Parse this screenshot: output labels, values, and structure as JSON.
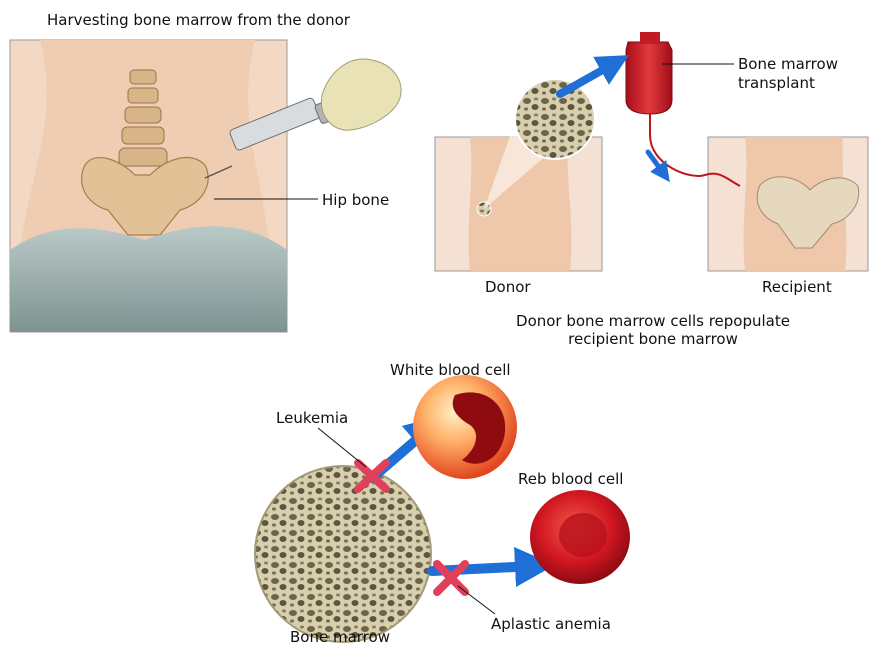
{
  "harvest": {
    "title": "Harvesting bone marrow from the donor",
    "hip_label": "Hip bone"
  },
  "transplant": {
    "bag_label_line1": "Bone marrow",
    "bag_label_line2": "transplant",
    "donor_label": "Donor",
    "recipient_label": "Recipient",
    "caption_line1": "Donor bone marrow cells repopulate",
    "caption_line2": "recipient bone marrow"
  },
  "cells": {
    "white_label": "White blood cell",
    "red_label": "Reb blood cell",
    "leukemia_label": "Leukemia",
    "anemia_label": "Aplastic anemia",
    "marrow_label": "Bone marrow"
  },
  "colors": {
    "arrow": "#1f6fd6",
    "blocked": "#e0405a",
    "blood_red": "#d21722",
    "bone": "#cfc6a0"
  }
}
